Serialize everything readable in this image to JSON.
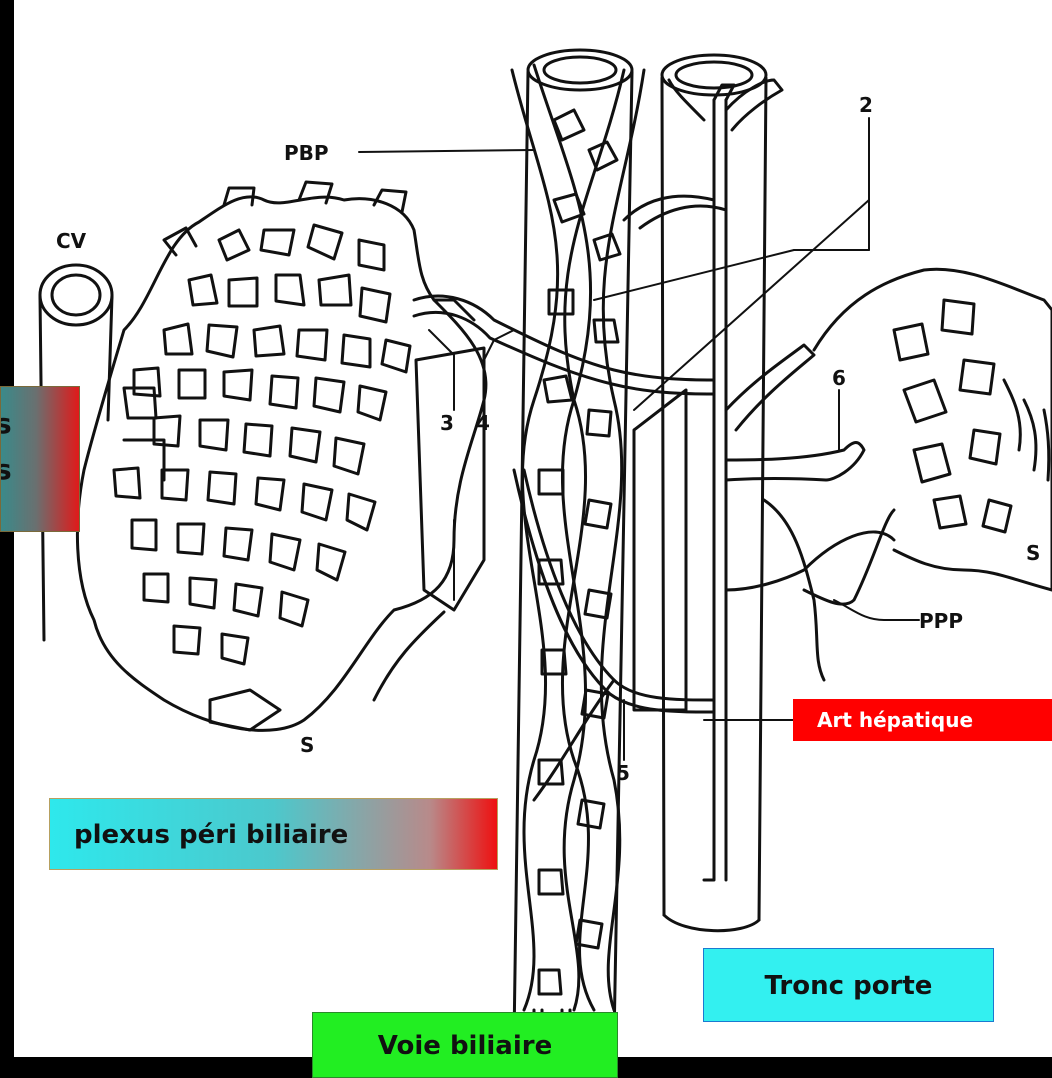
{
  "diagram": {
    "labels": {
      "pbp": "PBP",
      "cv": "CV",
      "num_2": "2",
      "num_3": "3",
      "num_4": "4",
      "num_5": "5",
      "num_6": "6",
      "s_left": "S",
      "s_right": "S",
      "ppp": "PPP"
    }
  },
  "boxes": {
    "left_line1": "s",
    "left_line2": "s",
    "plexus": "plexus péri biliaire",
    "art": "Art hépatique",
    "tronc": "Tronc porte",
    "voie": "Voie biliaire"
  },
  "colors": {
    "plexus_box": "#2ee8ec",
    "art_box": "#ff0000",
    "tronc_box": "#33f0f0",
    "voie_box": "#22ee22"
  }
}
